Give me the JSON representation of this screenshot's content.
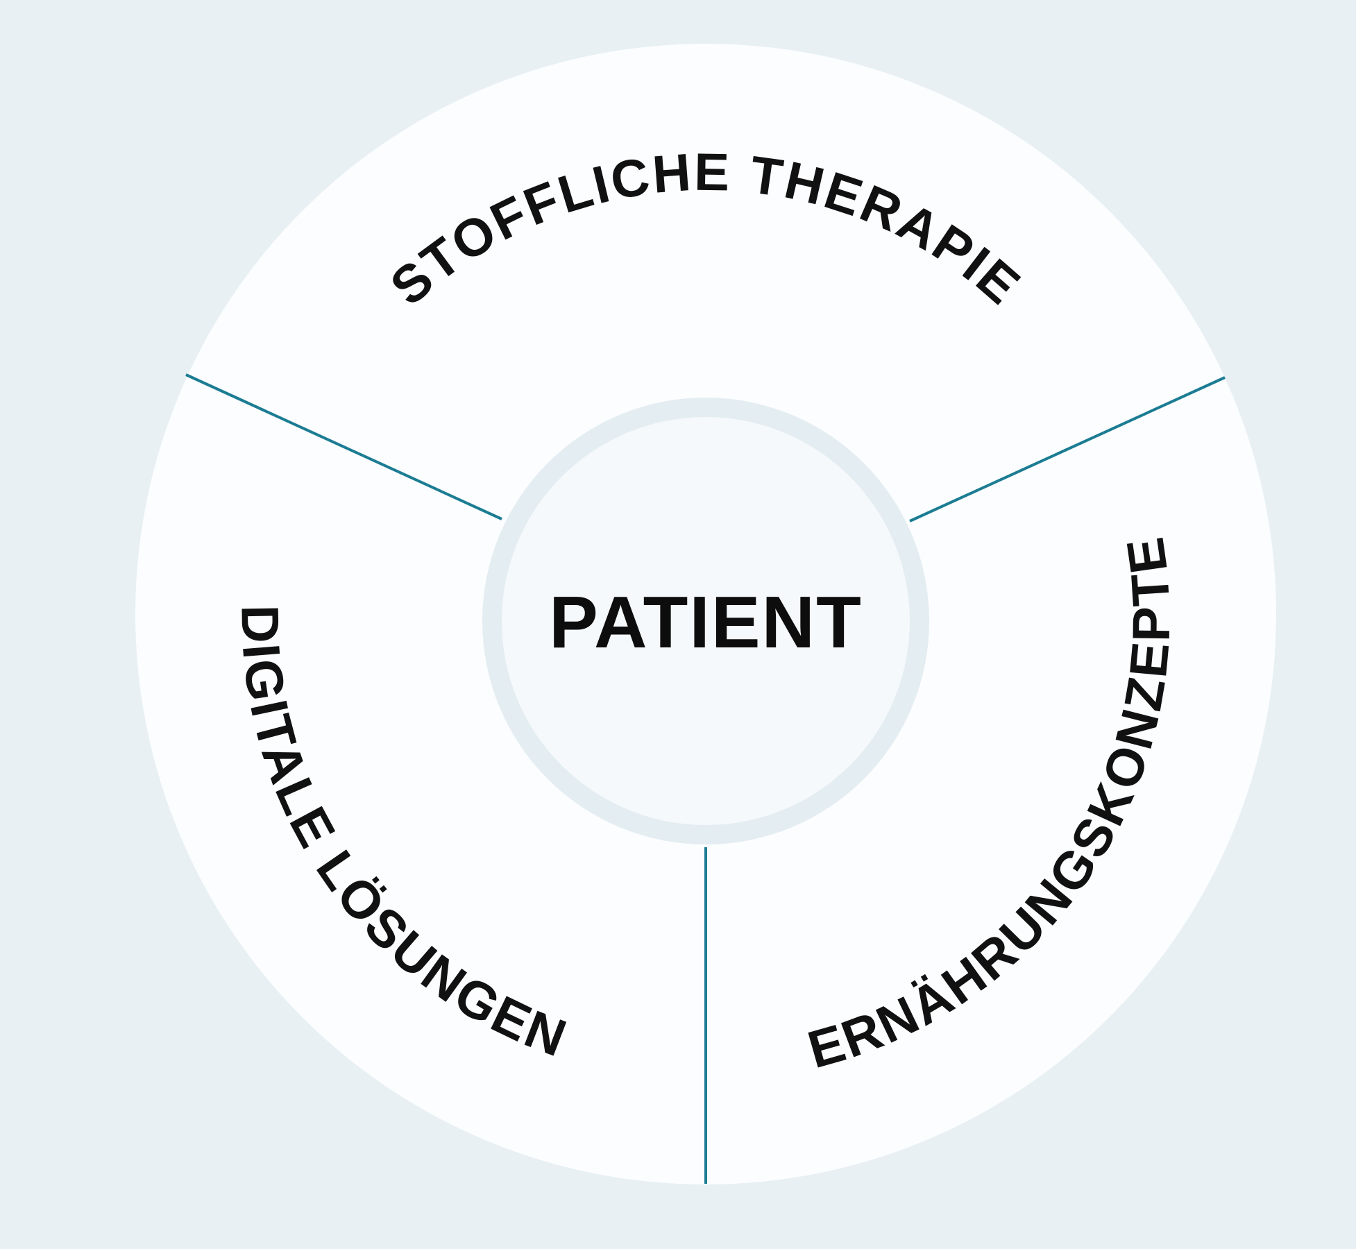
{
  "diagram": {
    "center_label": "PATIENT",
    "segments": [
      {
        "label": "STOFFLICHE THERAPIE"
      },
      {
        "label": "DIGITALE LÖSUNGEN"
      },
      {
        "label": "ERNÄHRUNGSKONZEPTE"
      }
    ],
    "colors": {
      "background": "#e8f0f3",
      "outer_disc": "#fbfdfe",
      "inner_ring": "#e4edf1",
      "inner_fill": "#f5f9fb",
      "divider": "#1b7c93",
      "text": "#111111"
    }
  }
}
